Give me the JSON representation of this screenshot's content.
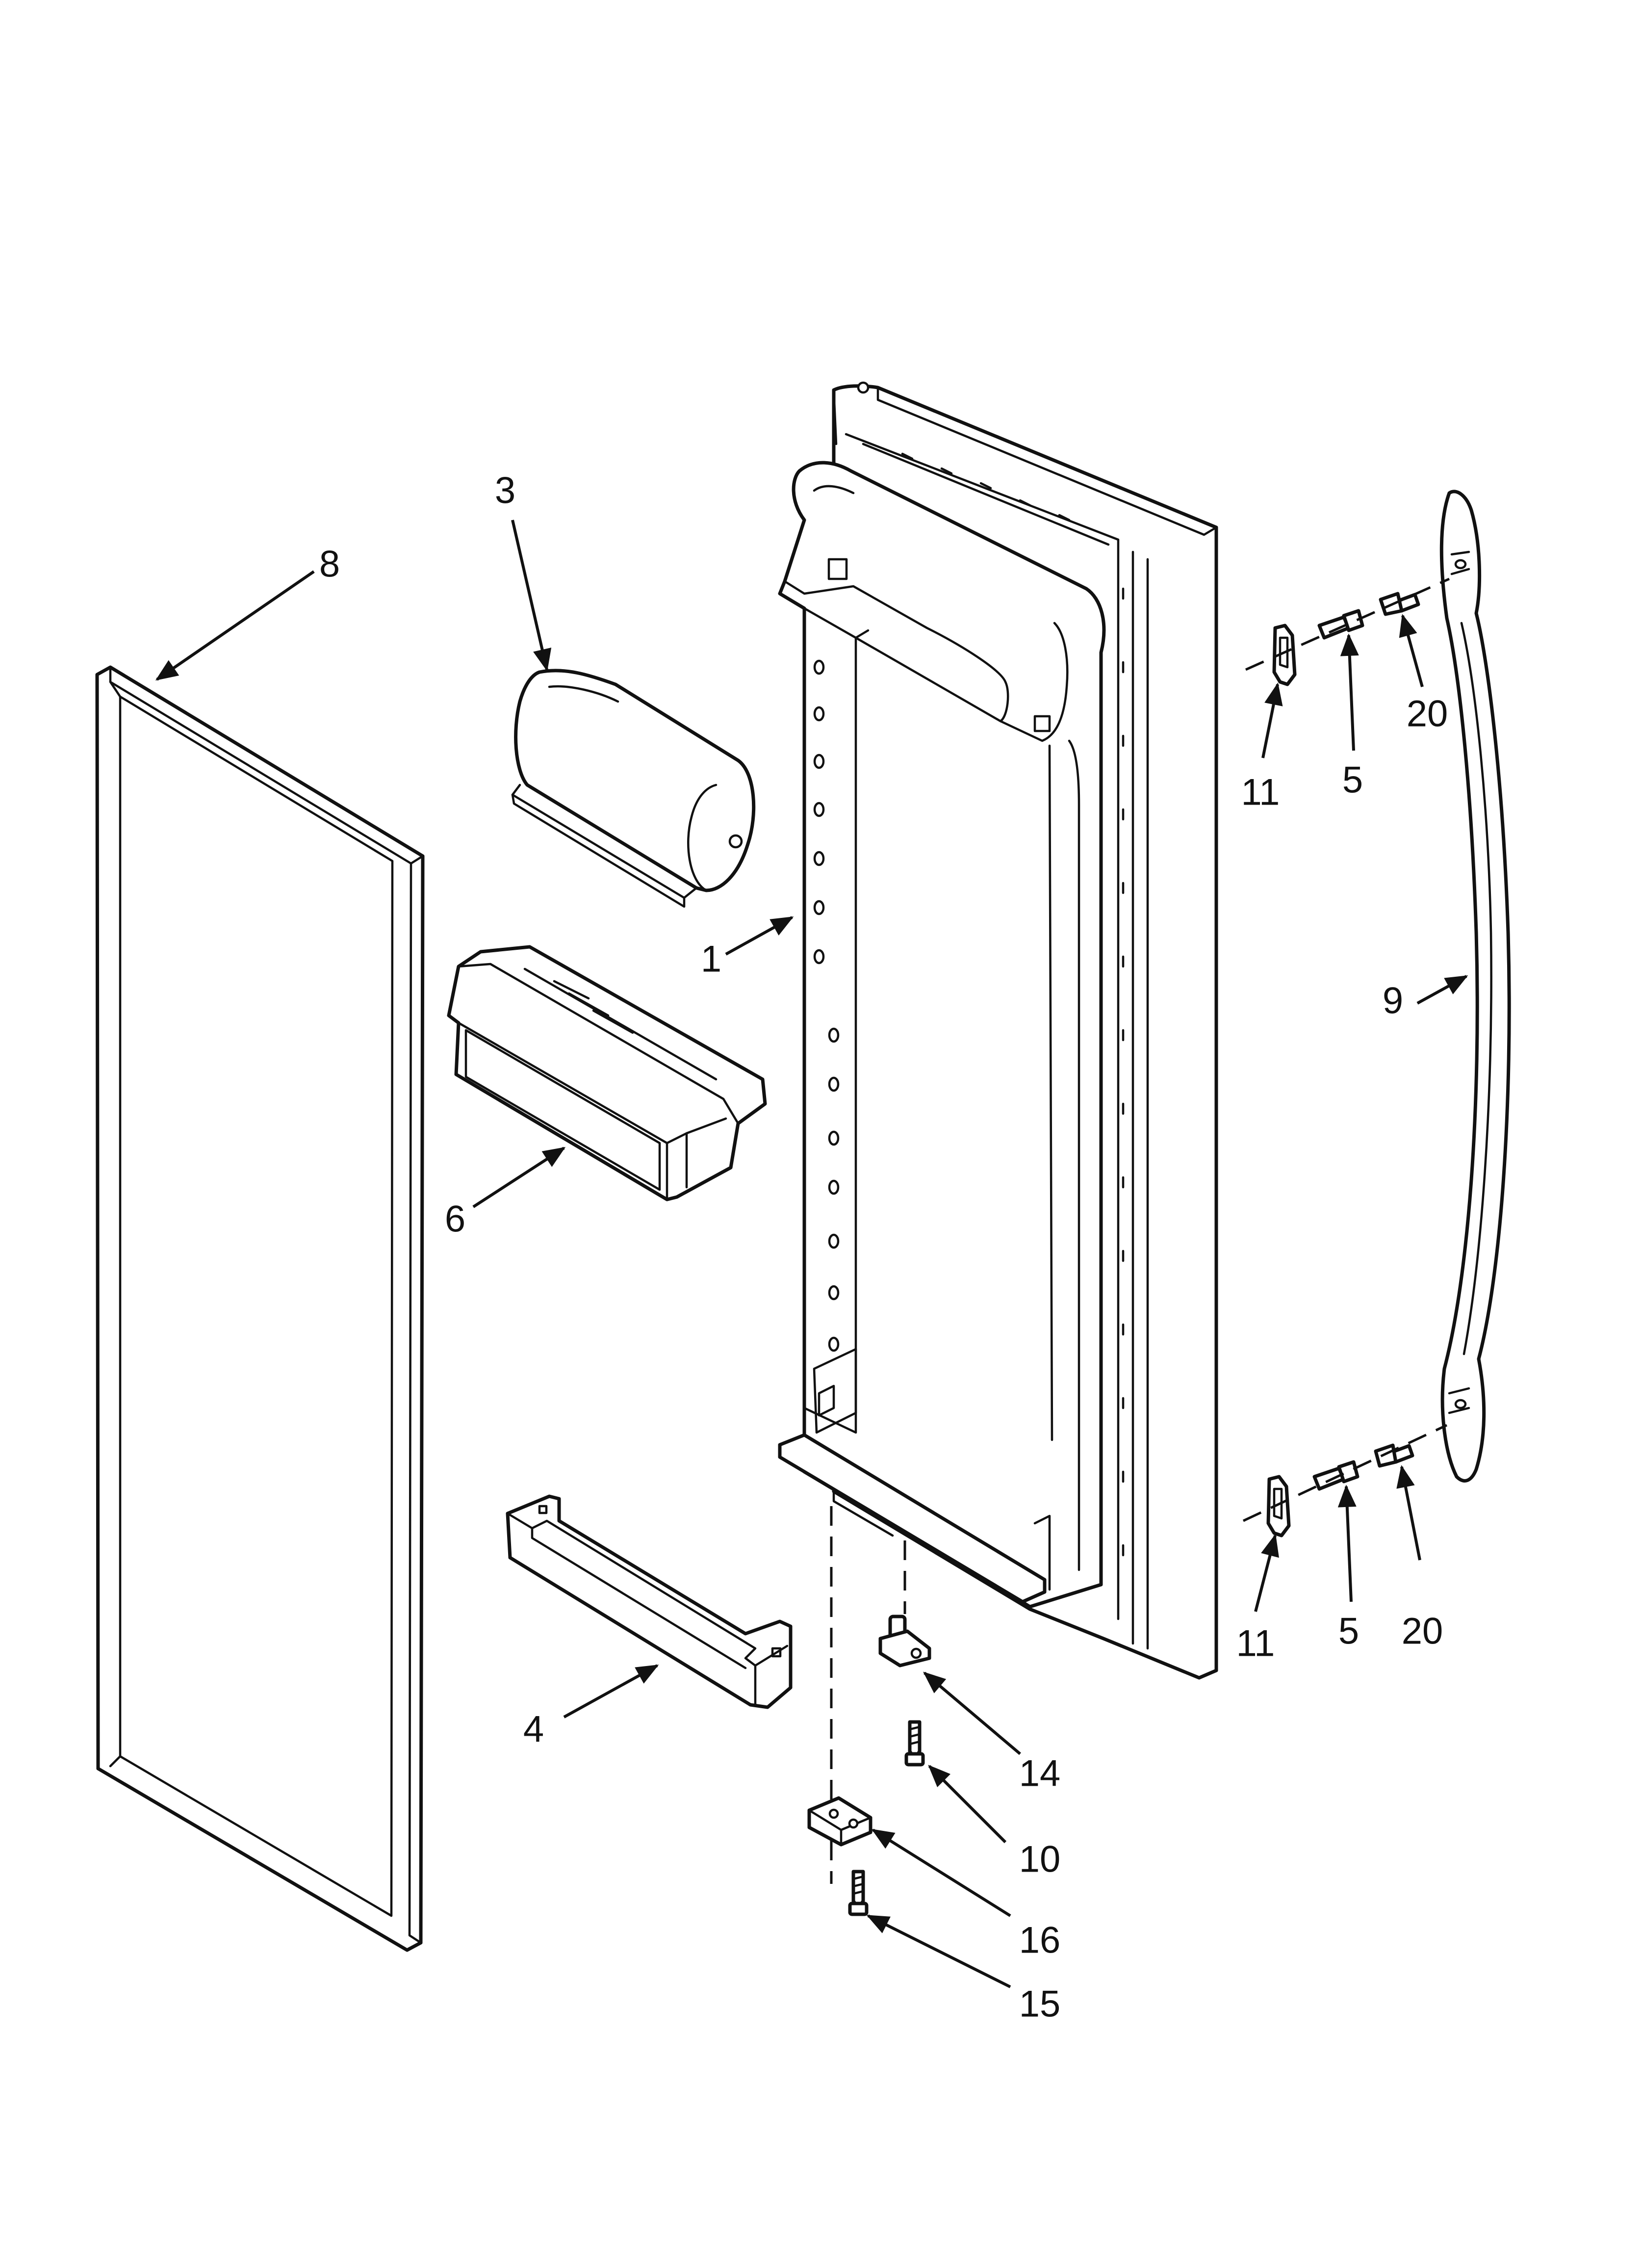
{
  "callouts": {
    "c1": "1",
    "c3": "3",
    "c4": "4",
    "c5a": "5",
    "c5b": "5",
    "c6": "6",
    "c8": "8",
    "c9": "9",
    "c10": "10",
    "c11a": "11",
    "c11b": "11",
    "c14": "14",
    "c15": "15",
    "c16": "16",
    "c20a": "20",
    "c20b": "20"
  }
}
